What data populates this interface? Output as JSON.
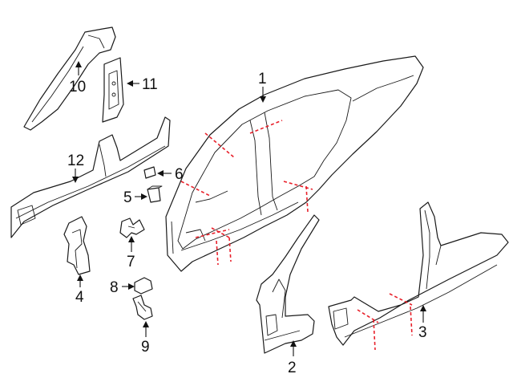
{
  "colors": {
    "line": "#1a1a1a",
    "cut_line": "#e8202a",
    "background": "#ffffff"
  },
  "callouts": [
    "1",
    "2",
    "3",
    "4",
    "5",
    "6",
    "7",
    "8",
    "9",
    "10",
    "11",
    "12"
  ]
}
